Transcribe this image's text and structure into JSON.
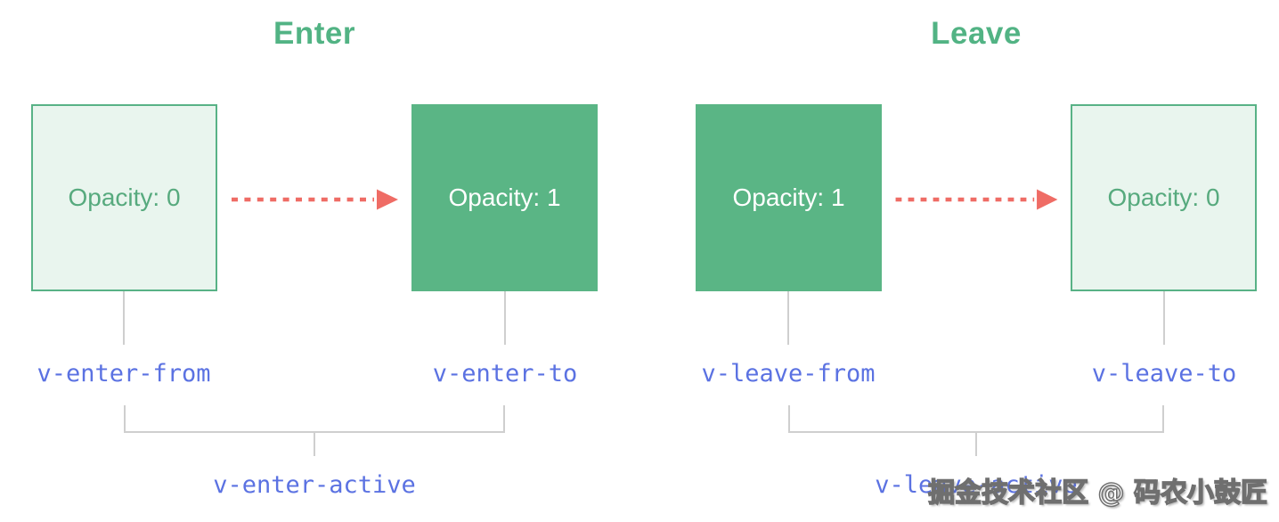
{
  "sections": [
    {
      "title": "Enter",
      "box_from": {
        "label": "Opacity: 0",
        "style": "light"
      },
      "box_to": {
        "label": "Opacity: 1",
        "style": "solid"
      },
      "class_from": "v-enter-from",
      "class_to": "v-enter-to",
      "class_active": "v-enter-active"
    },
    {
      "title": "Leave",
      "box_from": {
        "label": "Opacity: 1",
        "style": "solid"
      },
      "box_to": {
        "label": "Opacity: 0",
        "style": "light"
      },
      "class_from": "v-leave-from",
      "class_to": "v-leave-to",
      "class_active": "v-leave-active"
    }
  ],
  "watermark": "掘金技术社区 @ 码农小鼓匠",
  "colors": {
    "title_green": "#52b384",
    "box_solid_green": "#5ab585",
    "box_light_green": "#e9f5ee",
    "box_border_green": "#58b286",
    "box_light_text_green": "#57aa7e",
    "box_solid_text": "#ffffff",
    "arrow_red": "#ef6c65",
    "connector_gray": "#cfcfcf",
    "class_label_blue": "#5b72e2"
  }
}
